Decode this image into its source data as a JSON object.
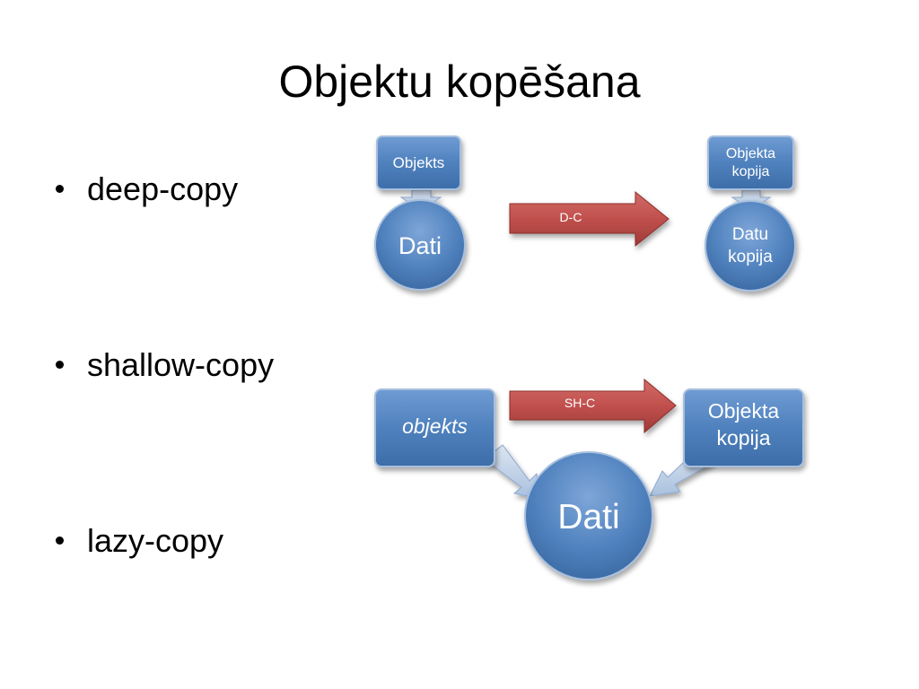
{
  "slide": {
    "title": "Objektu kopēšana"
  },
  "bullets": [
    "deep-copy",
    "shallow-copy",
    "lazy-copy"
  ],
  "deep_copy_diagram": {
    "source_object": "Objekts",
    "source_data": "Dati",
    "arrow_label": "D-C",
    "target_object_line1": "Objekta",
    "target_object_line2": "kopija",
    "target_data_line1": "Datu",
    "target_data_line2": "kopija"
  },
  "shallow_copy_diagram": {
    "source_object": "objekts",
    "arrow_label": "SH-C",
    "target_object_line1": "Objekta",
    "target_object_line2": "kopija",
    "shared_data": "Dati"
  },
  "colors": {
    "shape_fill": "#4f81bd",
    "shape_border": "#a7bfde",
    "connector_fill": "#b9cde5",
    "red_arrow": "#c0504d"
  }
}
